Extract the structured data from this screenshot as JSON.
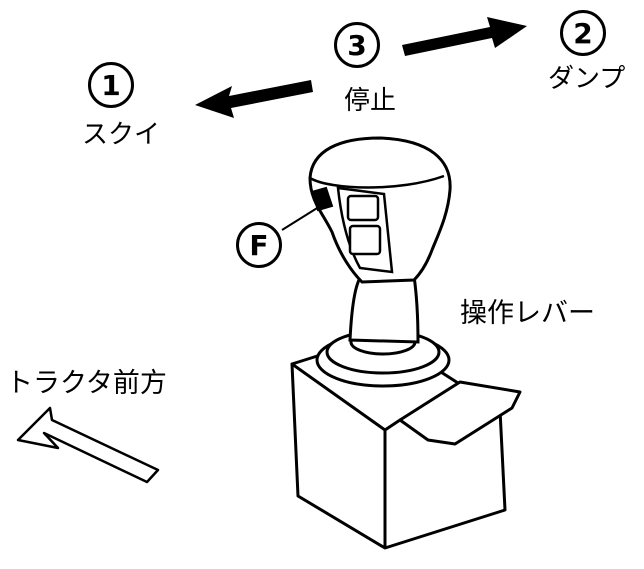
{
  "labels": {
    "scoop_num": "1",
    "scoop_text": "スクイ",
    "stop_num": "3",
    "stop_text": "停止",
    "dump_num": "2",
    "dump_text": "ダンプ",
    "f_button": "F",
    "lever_text": "操作レバー",
    "tractor_forward_text": "トラクタ前方"
  }
}
